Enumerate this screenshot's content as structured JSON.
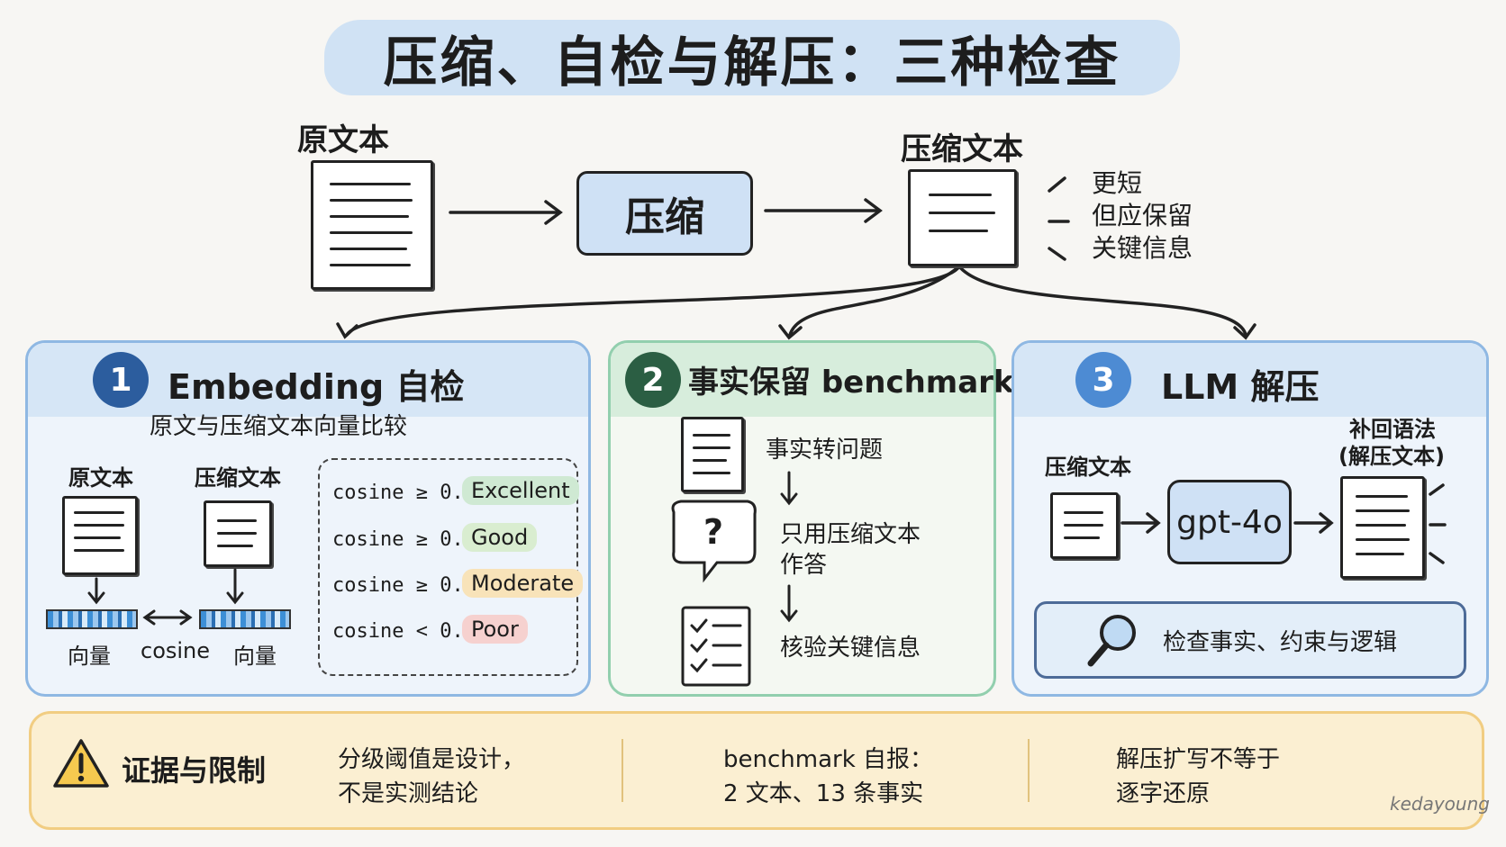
{
  "title": "压缩、自检与解压：三种检查",
  "top": {
    "source_label": "原文本",
    "compress_label": "压缩",
    "compressed_label": "压缩文本",
    "notes": [
      "更短",
      "但应保留",
      "关键信息"
    ]
  },
  "panel1": {
    "number": "1",
    "title": "Embedding 自检",
    "subtitle": "原文与压缩文本向量比较",
    "left_label": "原文本",
    "right_label": "压缩文本",
    "vec_left": "向量",
    "vec_mid": "cosine",
    "vec_right": "向量",
    "thresholds": [
      {
        "cond": "cosine ≥ 0.95",
        "grade": "Excellent",
        "color": "#cfe9d3"
      },
      {
        "cond": "cosine ≥ 0.90",
        "grade": "Good",
        "color": "#d9edd0"
      },
      {
        "cond": "cosine ≥ 0.85",
        "grade": "Moderate",
        "color": "#f8e3b9"
      },
      {
        "cond": "cosine < 0.85",
        "grade": "Poor",
        "color": "#f6d1cf"
      }
    ],
    "accent": "#2c5d9e"
  },
  "panel2": {
    "number": "2",
    "title": "事实保留 benchmark",
    "steps": [
      "事实转问题",
      "只用压缩文本",
      "作答",
      "核验关键信息"
    ],
    "question_mark": "?",
    "accent": "#2b5e43"
  },
  "panel3": {
    "number": "3",
    "title": "LLM 解压",
    "input_label": "压缩文本",
    "model": "gpt-4o",
    "output_label_1": "补回语法",
    "output_label_2": "(解压文本)",
    "check": "检查事实、约束与逻辑",
    "accent": "#4d8bd3"
  },
  "bottom": {
    "heading": "证据与限制",
    "col1_line1": "分级阈值是设计，",
    "col1_line2": "不是实测结论",
    "col2_line1": "benchmark 自报：",
    "col2_line2": "2 文本、13 条事实",
    "col3_line1": "解压扩写不等于",
    "col3_line2": "逐字还原",
    "warning_icon": "warning-triangle-icon"
  },
  "credit": "kedayoung"
}
